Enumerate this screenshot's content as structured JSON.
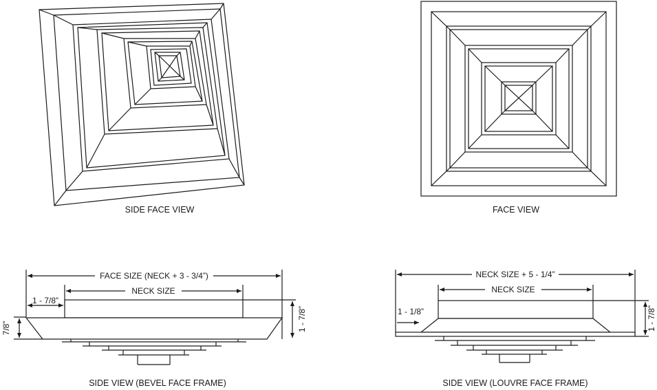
{
  "captions": {
    "side_face_view": "SIDE FACE VIEW",
    "face_view": "FACE VIEW",
    "side_view_bevel": "SIDE VIEW (BEVEL FACE FRAME)",
    "side_view_louvre": "SIDE VIEW (LOUVRE FACE FRAME)"
  },
  "bevel_dims": {
    "face_size": "FACE SIZE (NECK + 3 - 3/4”)",
    "neck_size": "NECK SIZE",
    "left_offset": "1 - 7/8”",
    "left_height": "7/8”",
    "right_height": "1 - 7/8”"
  },
  "louvre_dims": {
    "overall": "NECK SIZE + 5 - 1/4”",
    "neck_size": "NECK SIZE",
    "left_offset": "1 - 1/8”",
    "right_height": "1 - 7/8”"
  }
}
